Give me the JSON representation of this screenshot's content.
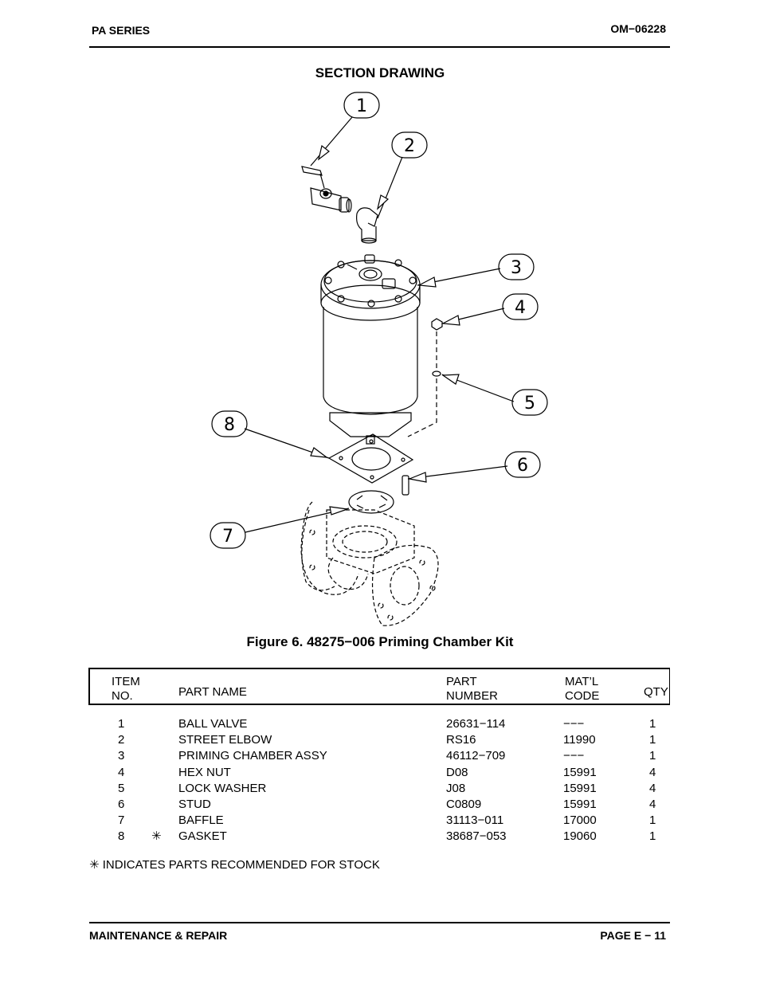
{
  "header": {
    "left": "PA SERIES",
    "right": "OM−06228"
  },
  "title": "SECTION DRAWING",
  "figure": {
    "callouts": [
      "1",
      "2",
      "3",
      "4",
      "5",
      "6",
      "7",
      "8"
    ],
    "caption": "Figure 6. 48275−006 Priming Chamber Kit"
  },
  "table": {
    "headers": {
      "item_1": "ITEM",
      "item_2": "NO.",
      "part_name": "PART NAME",
      "part_1": "PART",
      "part_2": "NUMBER",
      "mat_1": "MAT’L",
      "mat_2": "CODE",
      "qty": "QTY"
    },
    "rows": [
      {
        "item": "1",
        "mark": "",
        "name": "BALL VALVE",
        "part": "26631−114",
        "mat": "−−−",
        "qty": "1"
      },
      {
        "item": "2",
        "mark": "",
        "name": "STREET ELBOW",
        "part": "RS16",
        "mat": "11990",
        "qty": "1"
      },
      {
        "item": "3",
        "mark": "",
        "name": "PRIMING CHAMBER ASSY",
        "part": "46112−709",
        "mat": "−−−",
        "qty": "1"
      },
      {
        "item": "4",
        "mark": "",
        "name": "HEX NUT",
        "part": "D08",
        "mat": "15991",
        "qty": "4"
      },
      {
        "item": "5",
        "mark": "",
        "name": "LOCK WASHER",
        "part": "J08",
        "mat": "15991",
        "qty": "4"
      },
      {
        "item": "6",
        "mark": "",
        "name": "STUD",
        "part": "C0809",
        "mat": "15991",
        "qty": "4"
      },
      {
        "item": "7",
        "mark": "",
        "name": "BAFFLE",
        "part": "31113−011",
        "mat": "17000",
        "qty": "1"
      },
      {
        "item": "8",
        "mark": "✳",
        "name": "GASKET",
        "part": "38687−053",
        "mat": "19060",
        "qty": "1"
      }
    ]
  },
  "footnote": "✳ INDICATES PARTS RECOMMENDED FOR STOCK",
  "footer": {
    "left": "MAINTENANCE & REPAIR",
    "right": "PAGE E − 11"
  }
}
